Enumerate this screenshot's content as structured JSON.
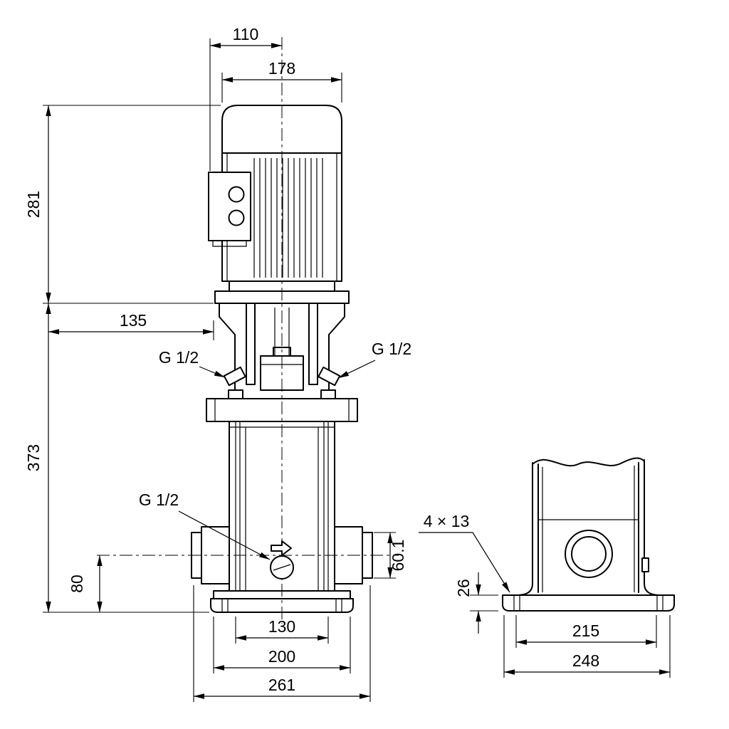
{
  "drawing": {
    "front_view": {
      "dim_top_offset": "110",
      "dim_motor_width": "178",
      "dim_motor_height": "281",
      "dim_head": "135",
      "dim_pump_height": "373",
      "dim_port_centerline_height": "80",
      "dim_port_flange": "60.1",
      "dim_base_width_inner": "130",
      "dim_base_width_mid": "200",
      "dim_overall_width": "261",
      "label_plug_top_left": "G 1/2",
      "label_plug_top_right": "G 1/2",
      "label_drain_plug": "G 1/2"
    },
    "side_view": {
      "label_bolt_holes": "4 × 13",
      "dim_base_height": "26",
      "dim_base_width_inner": "215",
      "dim_base_width_outer": "248"
    }
  }
}
